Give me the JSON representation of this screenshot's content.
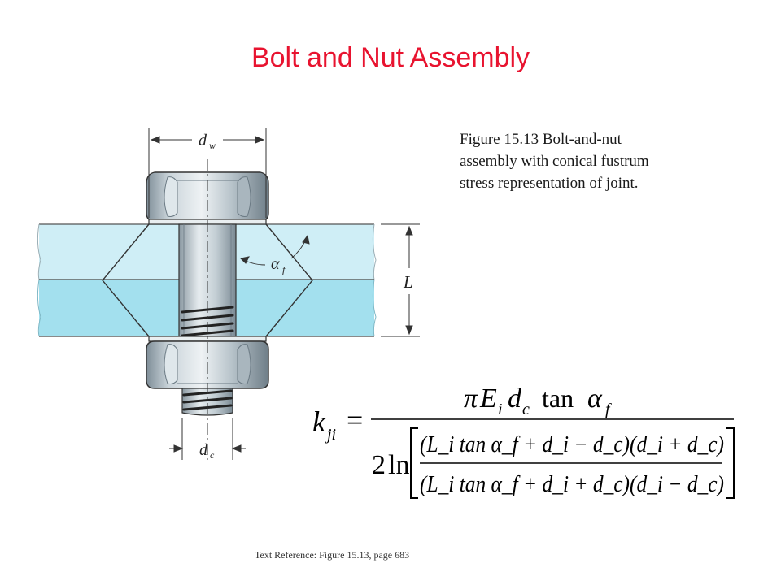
{
  "slide": {
    "title": "Bolt and Nut Assembly"
  },
  "caption": {
    "line1": "Figure 15.13  Bolt-and-nut",
    "line2": "assembly with conical fustrum",
    "line3": "stress representation of joint."
  },
  "footer": {
    "reference": "Text Reference:  Figure 15.13,  page 683"
  },
  "diagram": {
    "labels": {
      "washer_diameter": "d",
      "washer_diameter_sub": "w",
      "bolt_diameter": "d",
      "bolt_diameter_sub": "c",
      "grip_length": "L",
      "fustrum_angle": "α",
      "fustrum_angle_sub": "f"
    },
    "colors": {
      "plate_light": "#cfeef6",
      "plate_dark": "#a3e0ee",
      "metal": "#b9c6ce",
      "metal_dark": "#7d8c96",
      "outline": "#333333"
    }
  },
  "equation": {
    "lhs": "k",
    "lhs_sub": "ji",
    "equals": "=",
    "numerator": {
      "pi": "π",
      "E": "E",
      "E_sub": "i",
      "d": "d",
      "d_sub": "c",
      "tan": "tan",
      "alpha": "α",
      "alpha_sub": "f"
    },
    "denominator": {
      "coefficient": "2",
      "ln": "ln",
      "top": "(L_i tan α_f + d_i − d_c)(d_i + d_c)",
      "bottom": "(L_i tan α_f + d_i + d_c)(d_i − d_c)"
    }
  }
}
